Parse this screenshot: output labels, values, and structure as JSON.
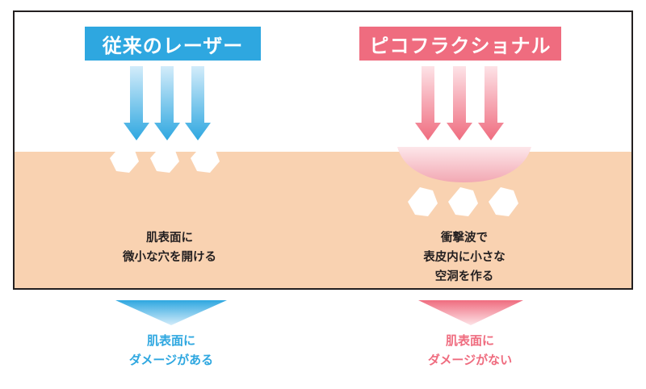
{
  "colors": {
    "blue": "#2ea7e0",
    "blue_arrow_light": "#d3ecfa",
    "pink": "#ef6c7f",
    "pink_arrow_light": "#fde3e7",
    "skin": "#f9d2b1",
    "outline": "#231f20",
    "crater": "#f2a8b3"
  },
  "left": {
    "title": "従来のレーザー",
    "caption_line1": "肌表面に",
    "caption_line2": "微小な穴を開ける",
    "result_line1": "肌表面に",
    "result_line2": "ダメージがある"
  },
  "right": {
    "title": "ピコフラクショナル",
    "caption_line1": "衝撃波で",
    "caption_line2": "表皮内に小さな",
    "caption_line3": "空洞を作る",
    "result_line1": "肌表面に",
    "result_line2": "ダメージがない"
  }
}
